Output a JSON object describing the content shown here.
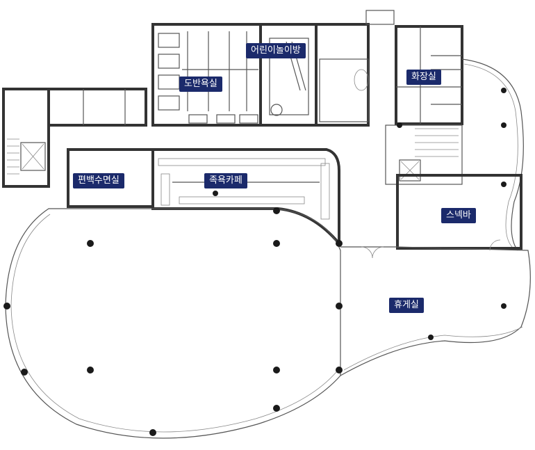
{
  "rooms": {
    "bath_room": "도반욕실",
    "kids_room": "어린이놀이방",
    "restroom": "화장실",
    "shave_room": "편백수면실",
    "foot_cafe": "족욕카페",
    "snack_bar": "스넥바",
    "lounge": "휴게실"
  },
  "colors": {
    "label_bg": "#1b2a6b",
    "label_text": "#ffffff",
    "wall": "#333333"
  }
}
